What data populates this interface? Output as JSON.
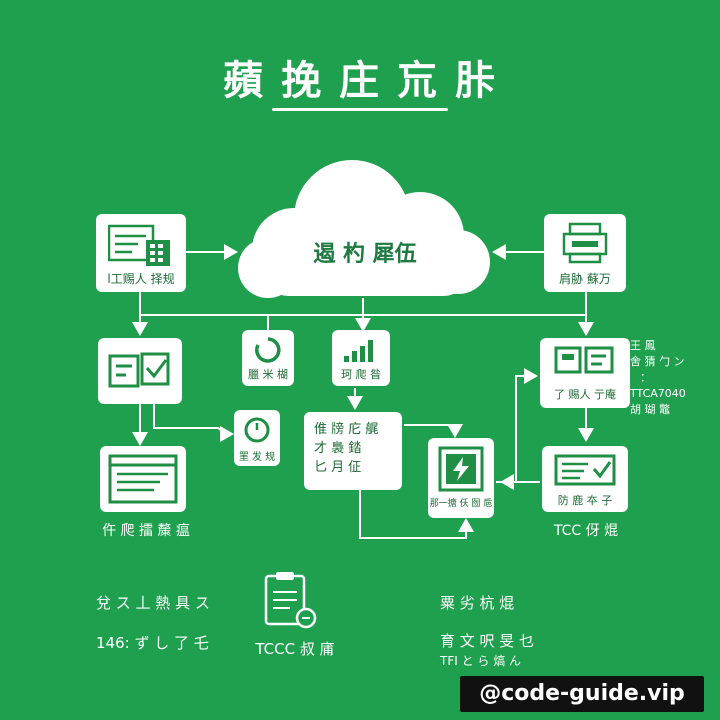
{
  "title": "蘋 挽 庄 巟 胩",
  "cloud": {
    "label": "遏 杓 犀伍"
  },
  "nodes": {
    "top_left": "l工赐人 择规",
    "top_right": "肩胁 蘇万",
    "mid_left_label": "",
    "mid_center_a": "臘 米 楜",
    "mid_center_b": "珂 爬 昝",
    "mid_right": "了 赐人 亍庵",
    "clock": "罣 发 规",
    "text_box_line1": "倠 牓 庀 艉",
    "text_box_line2": "才 裊 錔",
    "text_box_line3": "匕 月 佂",
    "lightning": "那一搪 仸 囫 巵",
    "bottom_left_caption": "仵 爬 擂 斄 瘟",
    "bottom_right": "防 鹿 夲 子",
    "bottom_right_caption": "TCC 伢 焜"
  },
  "side_note": [
    "王 鳳",
    "舍 猜 勹 ン",
    "：",
    "TTCA7040",
    "胡 瑚 鼈"
  ],
  "bottom": {
    "left_line1": "兌 ス 丄 熱 具 ス",
    "left_line2": "146: ず し 了 乇",
    "center_caption": "TCCC 叔 庯",
    "right_line1": "粟 劣 杭 焜",
    "right_line2": "育 文 呎 旻 乜",
    "right_line3": "TFI と ら 熇 ん"
  },
  "watermark": "@code-guide.vip",
  "icons": [
    "calculator-doc-icon",
    "printer-icon",
    "check-form-icon",
    "spinner-icon",
    "signal-bars-icon",
    "doc-chart-icon",
    "clock-icon",
    "list-window-icon",
    "lightning-icon",
    "check-list-icon",
    "clipboard-icon"
  ],
  "colors": {
    "background": "#1fa04e",
    "card": "#ffffff",
    "icon": "#1f8f45"
  }
}
